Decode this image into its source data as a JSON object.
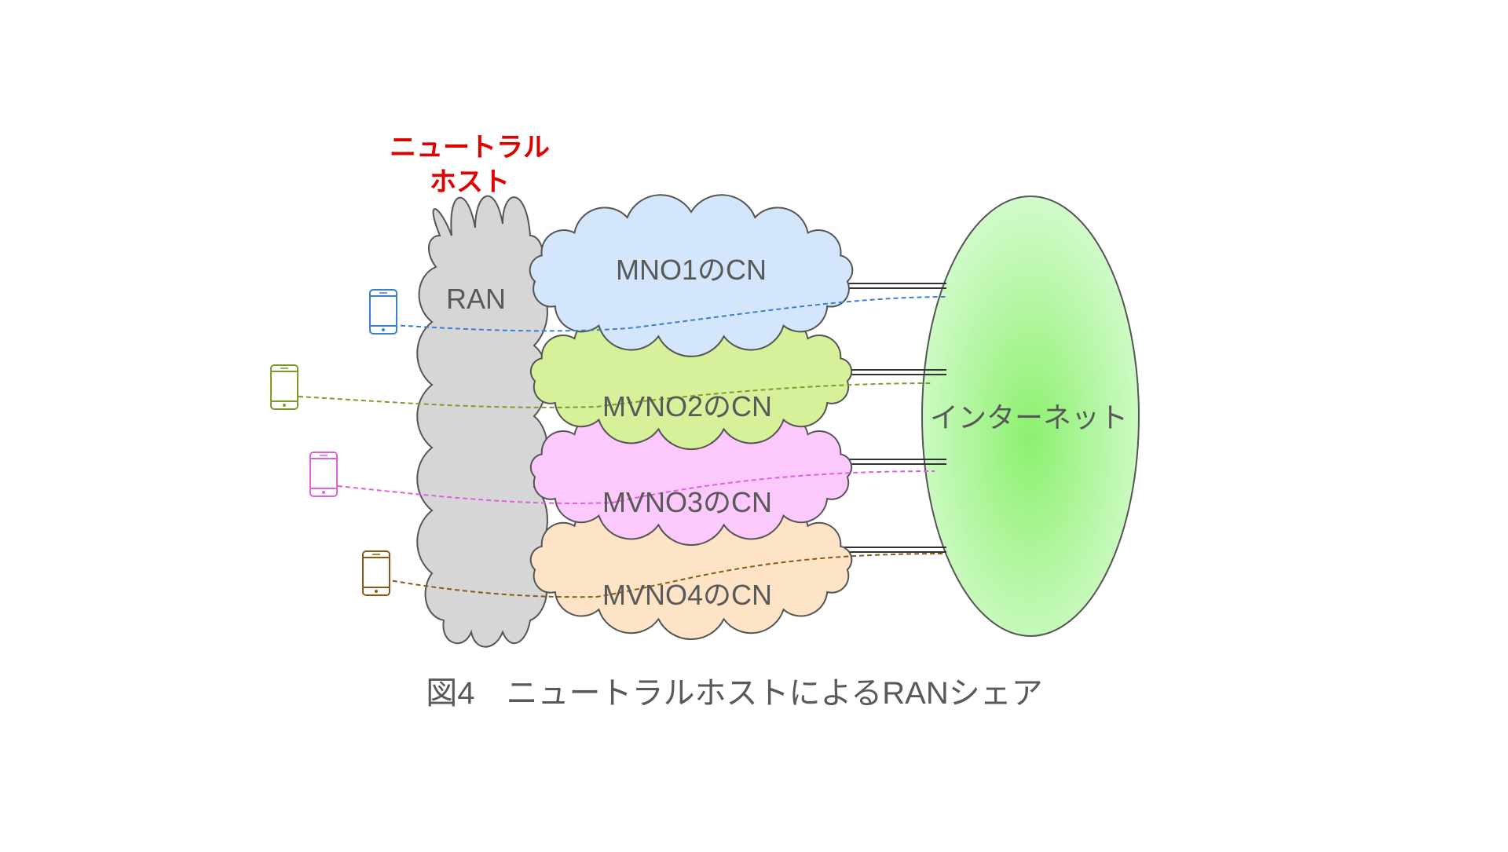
{
  "host_label_lines": [
    "ニュートラル",
    "ホスト"
  ],
  "ran_label": "RAN",
  "core_networks": [
    {
      "label": "MNO1のCN",
      "fill": "#d4e6fb",
      "line_color": "#3b7ed6"
    },
    {
      "label": "MVNO2のCN",
      "fill": "#d7f09a",
      "line_color": "#7a9e2a"
    },
    {
      "label": "MVNO3のCN",
      "fill": "#fbc9fb",
      "line_color": "#e05ee0"
    },
    {
      "label": "MVNO4のCN",
      "fill": "#fde4c6",
      "line_color": "#8a5a14"
    }
  ],
  "internet_label": "インターネット",
  "caption": "図4　ニュートラルホストによるRANシェア",
  "colors": {
    "host_label": "#e00000",
    "ran_fill": "#d6d6d6",
    "outline": "#555555",
    "text": "#595959",
    "internet_center": "#8cf06e",
    "internet_edge": "#d2fbcb"
  }
}
